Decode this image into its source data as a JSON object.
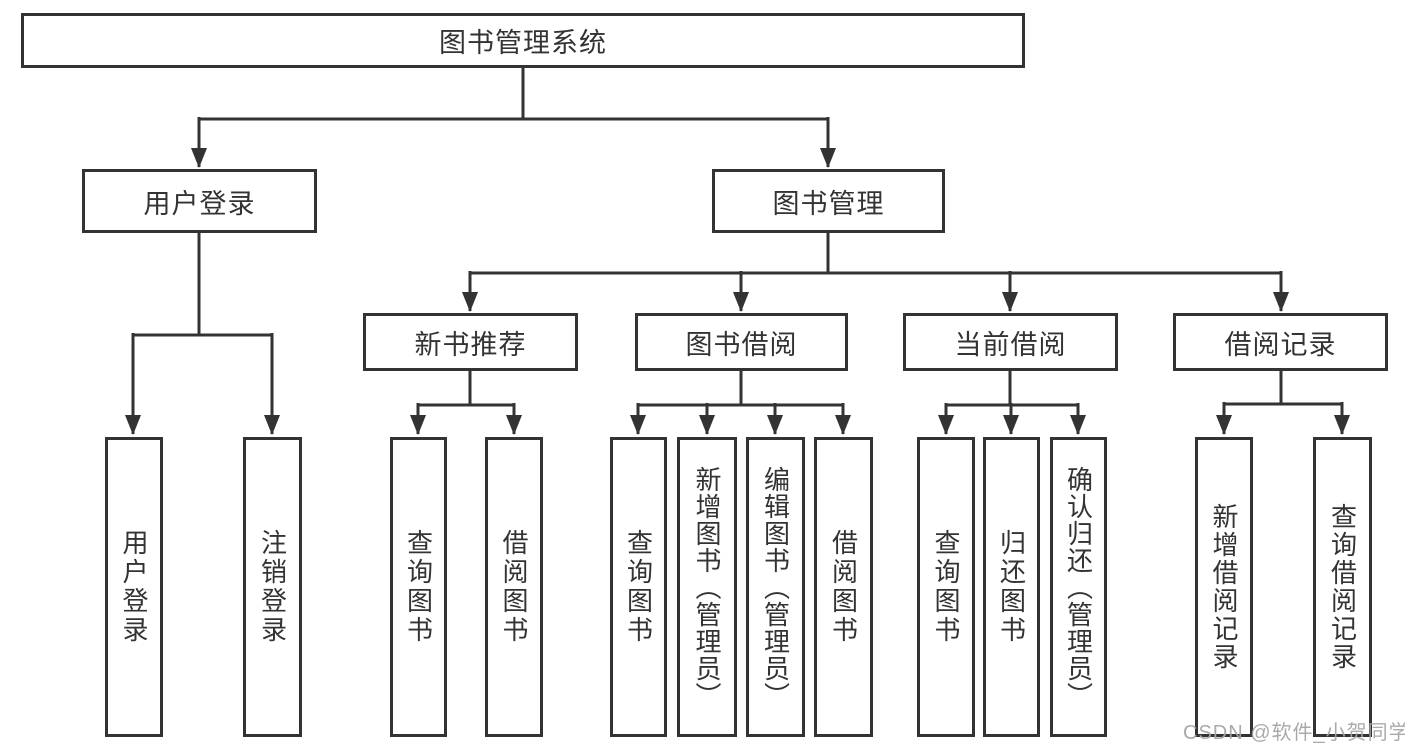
{
  "colors": {
    "line": "#333333",
    "box_border": "#333333",
    "text": "#333333",
    "background": "#ffffff",
    "watermark": "#a5a5a5"
  },
  "watermark": {
    "text": "CSDN @软件_小贺同学"
  },
  "tree": {
    "root": {
      "label": "图书管理系统",
      "children": [
        {
          "label": "用户登录",
          "children": [
            {
              "label": "用户登录"
            },
            {
              "label": "注销登录"
            }
          ]
        },
        {
          "label": "图书管理",
          "children": [
            {
              "label": "新书推荐",
              "children": [
                {
                  "label": "查询图书"
                },
                {
                  "label": "借阅图书"
                }
              ]
            },
            {
              "label": "图书借阅",
              "children": [
                {
                  "label": "查询图书"
                },
                {
                  "label": "新增图书（管理员）"
                },
                {
                  "label": "编辑图书（管理员）"
                },
                {
                  "label": "借阅图书"
                }
              ]
            },
            {
              "label": "当前借阅",
              "children": [
                {
                  "label": "查询图书"
                },
                {
                  "label": "归还图书"
                },
                {
                  "label": "确认归还（管理员）"
                }
              ]
            },
            {
              "label": "借阅记录",
              "children": [
                {
                  "label": "新增借阅记录"
                },
                {
                  "label": "查询借阅记录"
                }
              ]
            }
          ]
        }
      ]
    }
  }
}
